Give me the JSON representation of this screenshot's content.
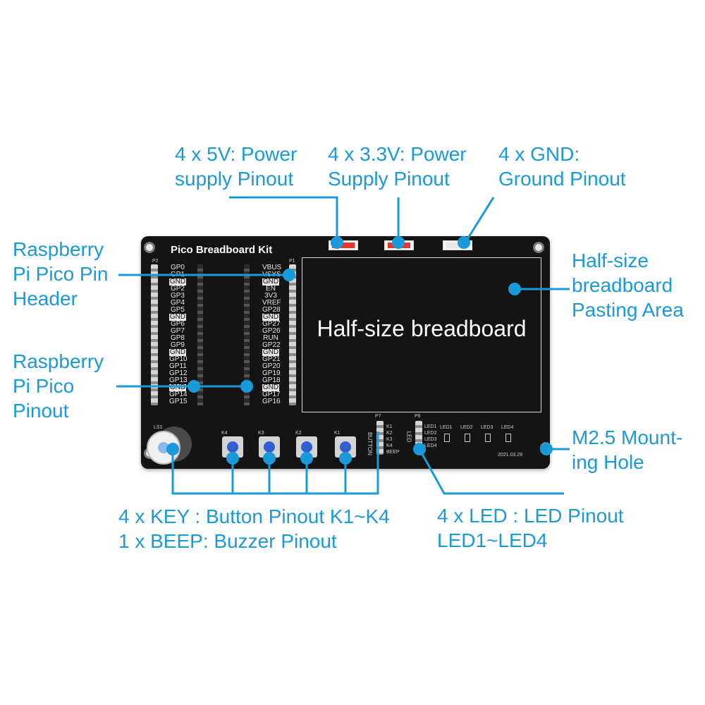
{
  "callouts": {
    "power5v": [
      "4 x 5V: Power",
      "supply Pinout"
    ],
    "power33v": [
      "4  x 3.3V: Power",
      "Supply Pinout"
    ],
    "gnd": [
      "4  x GND:",
      "Ground Pinout"
    ],
    "pin_header": [
      "Raspberry",
      "Pi Pico Pin",
      "Header"
    ],
    "pinout": [
      "Raspberry",
      "Pi Pico",
      "Pinout"
    ],
    "breadboard_area": [
      "Half-size",
      "breadboard",
      "Pasting Area"
    ],
    "mount_hole": [
      "M2.5 Mount-",
      "ing Hole"
    ],
    "keys": [
      "4 x KEY : Button Pinout K1~K4",
      "1 x BEEP: Buzzer Pinout"
    ],
    "leds": [
      "4 x LED : LED Pinout",
      "LED1~LED4"
    ]
  },
  "board": {
    "title": "Pico Breadboard Kit",
    "breadboard_label": "Half-size breadboard",
    "date": "2021.03.29",
    "left_pins": [
      "GP0",
      "GP1",
      "GND",
      "GP2",
      "GP3",
      "GP4",
      "GP5",
      "GND",
      "GP6",
      "GP7",
      "GP8",
      "GP9",
      "GND",
      "GP10",
      "GP11",
      "GP12",
      "GP13",
      "GND",
      "GP14",
      "GP15"
    ],
    "right_pins": [
      "VBUS",
      "VSYS",
      "GND",
      "EN",
      "3V3",
      "VREF",
      "GP28",
      "GND",
      "GP27",
      "GP26",
      "RUN",
      "GP22",
      "GND",
      "GP21",
      "GP20",
      "GP19",
      "GP18",
      "GND",
      "GP17",
      "GP16"
    ],
    "keys": [
      "K4",
      "K3",
      "K2",
      "K1"
    ],
    "button_header": [
      "BUTTON",
      "K1",
      "K2",
      "K3",
      "K4",
      "BEEP"
    ],
    "led_header": [
      "LED",
      "LED1",
      "LED2",
      "LED3",
      "LED4"
    ],
    "leds": [
      "LED1",
      "LED2",
      "LED3",
      "LED4"
    ],
    "buzzer": "LS1",
    "header_labels": {
      "p2": "P2",
      "p1": "P1",
      "p7": "P7",
      "p6": "P6"
    }
  },
  "colors": {
    "accent": "#1a9ad9",
    "board": "#141414",
    "power_5v": "#e03a2f",
    "power_3v3": "#e03a2f",
    "ground": "#e8e8e8",
    "key_cap": "#2f5fd1"
  }
}
